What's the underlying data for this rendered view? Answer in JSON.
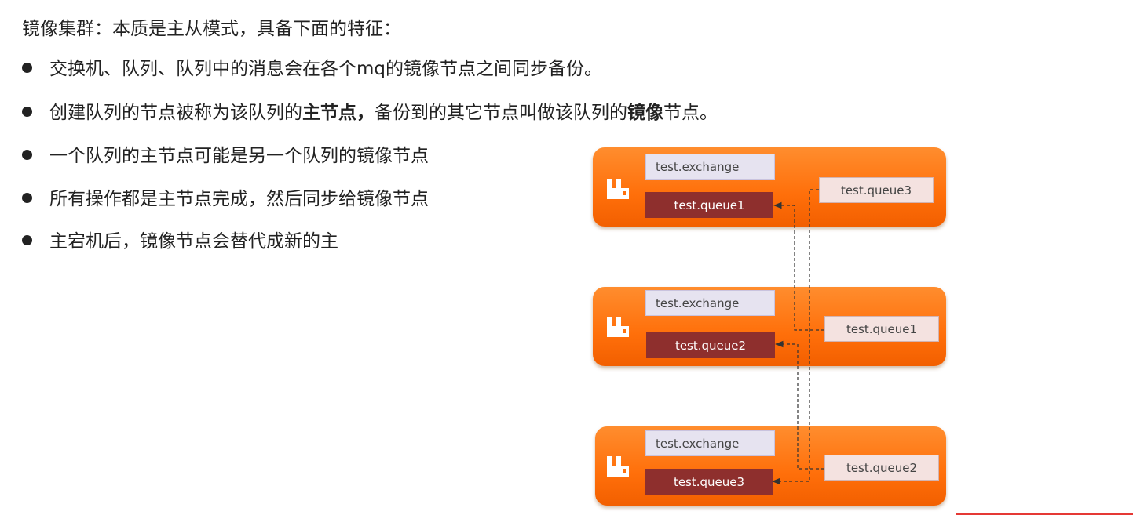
{
  "heading": "镜像集群：本质是主从模式，具备下面的特征：",
  "bullets": [
    {
      "pre": "交换机、队列、队列中的消息会在各个mq的镜像节点之间同步备份。",
      "b1": "",
      "mid": "",
      "b2": "",
      "post": ""
    },
    {
      "pre": "创建队列的节点被称为该队列的",
      "b1": "主节点，",
      "mid": "备份到的其它节点叫做该队列的",
      "b2": "镜像",
      "post": "节点。"
    },
    {
      "pre": "一个队列的主节点可能是另一个队列的镜像节点",
      "b1": "",
      "mid": "",
      "b2": "",
      "post": ""
    },
    {
      "pre": "所有操作都是主节点完成，然后同步给镜像节点",
      "b1": "",
      "mid": "",
      "b2": "",
      "post": ""
    },
    {
      "pre": "主宕机后，镜像节点会替代成新的主",
      "b1": "",
      "mid": "",
      "b2": "",
      "post": ""
    }
  ],
  "nodes": [
    {
      "exchange": "test.exchange",
      "queue": "test.queue1",
      "mirror": "test.queue3",
      "logo": "rabbitmq-logo-icon"
    },
    {
      "exchange": "test.exchange",
      "queue": "test.queue2",
      "mirror": "test.queue1",
      "logo": "rabbitmq-logo-icon"
    },
    {
      "exchange": "test.exchange",
      "queue": "test.queue3",
      "mirror": "test.queue2",
      "logo": "rabbitmq-logo-icon"
    }
  ],
  "colors": {
    "node_orange": "#ff7a1a",
    "queue_red": "#8e2f2d",
    "exchange_lavender": "#e6e3f0",
    "mirror_pink": "#f4e2e0"
  }
}
